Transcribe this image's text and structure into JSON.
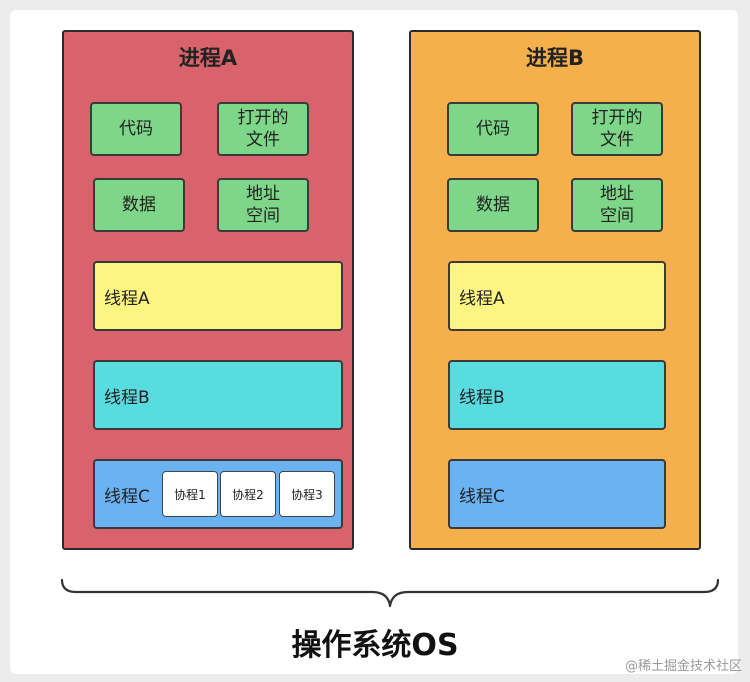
{
  "processes": [
    {
      "title": "进程A",
      "resources": [
        "代码",
        "打开的\n文件",
        "数据",
        "地址\n空间"
      ],
      "threads": [
        {
          "label": "线程A"
        },
        {
          "label": "线程B"
        },
        {
          "label": "线程C",
          "coroutines": [
            "协程1",
            "协程2",
            "协程3"
          ]
        }
      ]
    },
    {
      "title": "进程B",
      "resources": [
        "代码",
        "打开的\n文件",
        "数据",
        "地址\n空间"
      ],
      "threads": [
        {
          "label": "线程A"
        },
        {
          "label": "线程B"
        },
        {
          "label": "线程C"
        }
      ]
    }
  ],
  "os_label": "操作系统OS",
  "watermark": "@稀土掘金技术社区",
  "colors": {
    "process_a": "#d9636d",
    "process_b": "#f5b04c",
    "resource": "#7ed688",
    "thread_a": "#fcf582",
    "thread_b": "#58dce0",
    "thread_c": "#6bb2f2",
    "coroutine": "#ffffff"
  }
}
